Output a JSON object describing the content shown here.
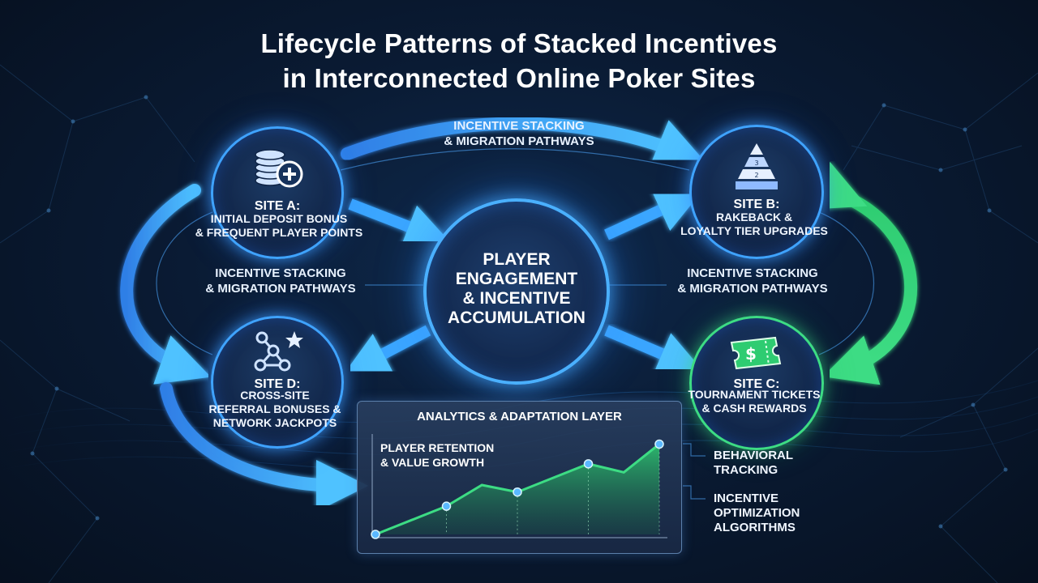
{
  "title": {
    "line1": "Lifecycle Patterns of Stacked Incentives",
    "line2": "in Interconnected Online Poker Sites"
  },
  "center": {
    "line1": "Player",
    "line2": "Engagement",
    "line3": "& Incentive",
    "line4": "Accumulation"
  },
  "pathways": {
    "top": {
      "line1": "Incentive Stacking",
      "line2": "& Migration Pathways"
    },
    "left": {
      "line1": "Incentive Stacking",
      "line2": "& Migration Pathways"
    },
    "right": {
      "line1": "Incentive Stacking",
      "line2": "& Migration Pathways"
    }
  },
  "sites": {
    "a": {
      "title": "Site A:",
      "line1": "Initial Deposit Bonus",
      "line2": "& Frequent Player Points",
      "icon": "chip-stack-plus-icon"
    },
    "b": {
      "title": "Site B:",
      "line1": "Rakeback &",
      "line2": "Loyalty Tier Upgrades",
      "icon": "tier-pyramid-icon"
    },
    "c": {
      "title": "Site C:",
      "line1": "Tournament Tickets",
      "line2": "& Cash Rewards",
      "icon": "ticket-dollar-icon",
      "icon_text": "$"
    },
    "d": {
      "title": "Site D:",
      "line1": "Cross-Site",
      "line2": "Referral Bonuses &",
      "line3": "Network Jackpots",
      "icon": "network-star-icon"
    }
  },
  "analytics": {
    "title": "Analytics & Adaptation Layer",
    "chart_label1": "Player Retention",
    "chart_label2": "& Value Growth",
    "side1_line1": "Behavioral",
    "side1_line2": "Tracking",
    "side2_line1": "Incentive",
    "side2_line2": "Optimization",
    "side2_line3": "Algorithms"
  },
  "chart_data": {
    "type": "area",
    "x": [
      0,
      1,
      2,
      3,
      4,
      5,
      6,
      7,
      8
    ],
    "values": [
      0,
      10,
      20,
      35,
      30,
      40,
      50,
      44,
      64
    ],
    "ylim": [
      0,
      70
    ],
    "marked_points": [
      0,
      2,
      4,
      6,
      8
    ],
    "color": "#3ddc84"
  },
  "colors": {
    "background": "#0a1b34",
    "accent_blue": "#3fa3ff",
    "accent_green": "#3ddc84"
  }
}
